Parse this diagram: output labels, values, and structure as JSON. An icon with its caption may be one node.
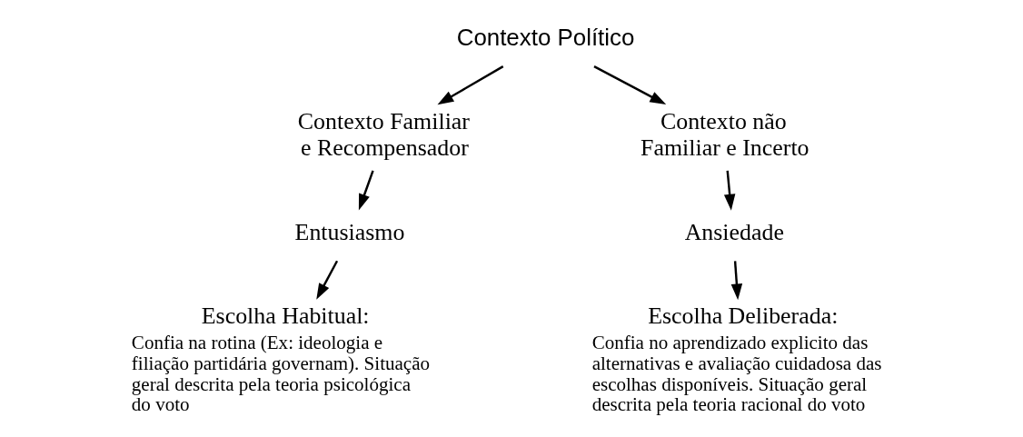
{
  "diagram": {
    "nodes": [
      {
        "text": [
          "Contexto Político"
        ]
      },
      {
        "text": [
          "Contexto Familiar e Recompensador"
        ]
      },
      {
        "text": [
          "Contexto não Familiar e Incerto"
        ]
      },
      {
        "text": [
          "Entusiasmo"
        ]
      },
      {
        "text": [
          "Ansiedade"
        ]
      },
      {
        "text": [
          "Escolha Habitual:",
          "Confia na rotina (Ex: ideologia e filiação partidária governam). Situação geral descrita pela teoria psicológica do voto"
        ]
      },
      {
        "text": [
          "Escolha Deliberada:",
          "Confia no aprendizado explicito das alternativas e avaliação cuidadosa das escolhas disponíveis. Situação geral descrita pela teoria racional do voto"
        ]
      }
    ],
    "edges": [
      {
        "from": 0,
        "to": 1,
        "arrow": "to"
      },
      {
        "from": 0,
        "to": 2,
        "arrow": "to"
      },
      {
        "from": 1,
        "to": 3,
        "arrow": "to"
      },
      {
        "from": 2,
        "to": 4,
        "arrow": "to"
      },
      {
        "from": 3,
        "to": 5,
        "arrow": "to"
      },
      {
        "from": 4,
        "to": 6,
        "arrow": "to"
      }
    ]
  }
}
